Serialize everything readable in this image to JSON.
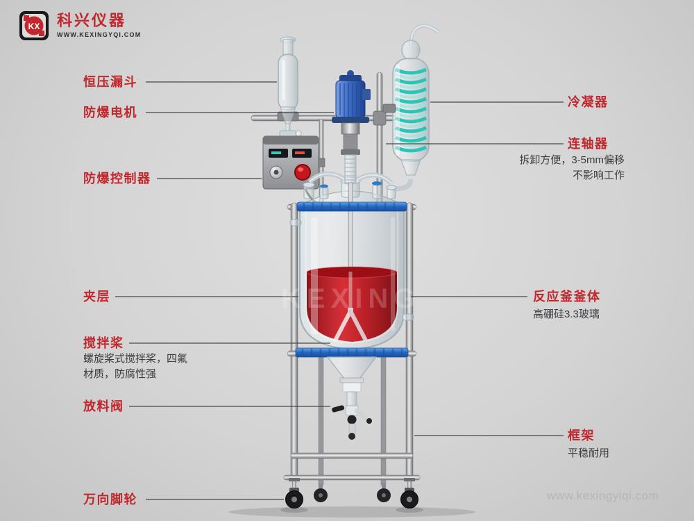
{
  "logo": {
    "icon_text": "KX",
    "brand": "科兴仪器",
    "website": "WWW.KEXINGYQI.COM"
  },
  "callouts_left": [
    {
      "title": "恒压漏斗"
    },
    {
      "title": "防爆电机"
    },
    {
      "title": "防爆控制器"
    },
    {
      "title": "夹层"
    },
    {
      "title": "搅拌桨",
      "desc_lines": [
        "螺旋桨式搅拌桨，四氟",
        "材质，防腐性强"
      ]
    },
    {
      "title": "放料阀"
    },
    {
      "title": "万向脚轮"
    }
  ],
  "callouts_right": [
    {
      "title": "冷凝器"
    },
    {
      "title": "连轴器",
      "desc_lines": [
        "拆卸方便，3-5mm偏移",
        "不影响工作"
      ]
    },
    {
      "title": "反应釜釜体",
      "desc_lines": [
        "高硼硅3.3玻璃"
      ]
    },
    {
      "title": "框架",
      "desc_lines": [
        "平稳耐用"
      ]
    }
  ],
  "equipment": {
    "vessel_watermark": "KEXING"
  },
  "footer": {
    "watermark": "www.kexingyiqi.com"
  },
  "colors": {
    "label_red": "#c1272d",
    "desc_gray": "#3d3d3d",
    "background_gray": "#d4d4d4",
    "motor_blue": "#2d5cb5",
    "condenser_coil_teal": "#2cc4b6",
    "liquid_red": "#c01b22",
    "flange_blue": "#2e7cc9",
    "watermark_gray": "#b5b5b5"
  }
}
